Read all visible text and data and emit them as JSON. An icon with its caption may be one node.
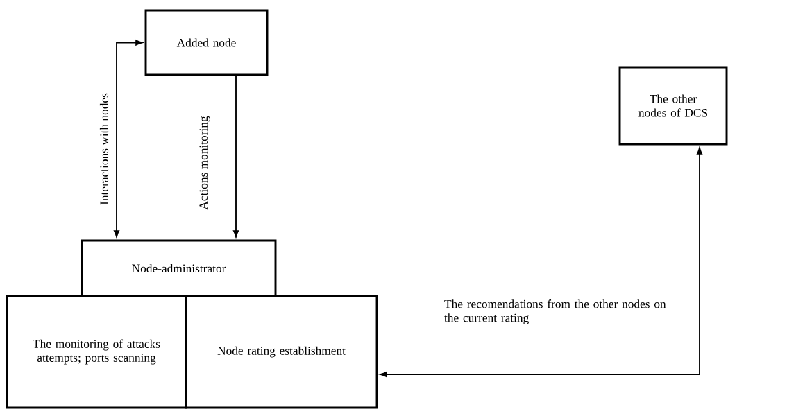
{
  "diagram": {
    "nodes": [
      {
        "text": [
          "Added node"
        ]
      },
      {
        "text": [
          "The other nodes of DCS"
        ]
      },
      {
        "text": [
          "Node-administrator"
        ]
      },
      {
        "text": [
          "The monitoring of attacks attempts; ports scanning"
        ]
      },
      {
        "text": [
          "Node rating establishment"
        ]
      }
    ],
    "edges": [
      {
        "from": 2,
        "to": 0,
        "arrow": "both",
        "label": "Interactions with nodes"
      },
      {
        "from": 0,
        "to": 2,
        "arrow": "to",
        "label": "Actions monitoring"
      },
      {
        "from": 4,
        "to": 1,
        "arrow": "both",
        "label": "The recomendations from the other nodes on the current rating"
      }
    ]
  }
}
